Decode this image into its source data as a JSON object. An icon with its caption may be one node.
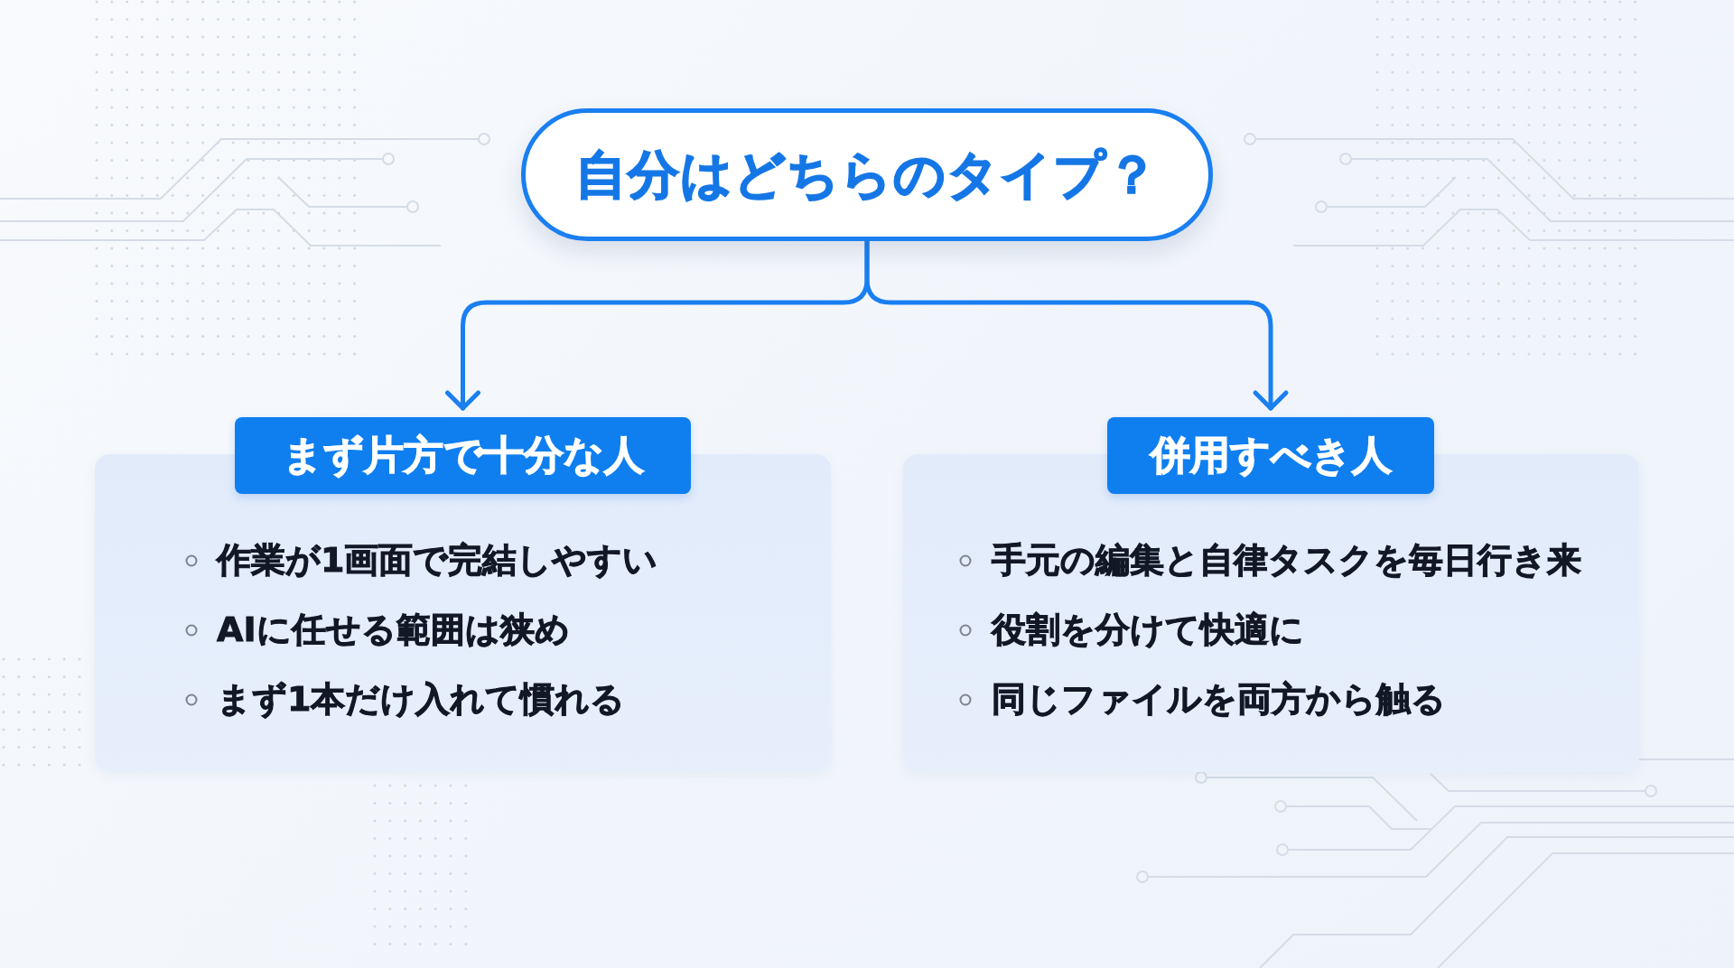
{
  "diagram": {
    "nodes": [
      {
        "text": [
          "自分はどちらのタイプ？"
        ]
      },
      {
        "text": [
          "まず片方で十分な人"
        ]
      },
      {
        "text": [
          "作業が1画面で完結しやすい",
          "AIに任せる範囲は狭め",
          "まず1本だけ入れて慣れる"
        ]
      },
      {
        "text": [
          "併用すべき人"
        ]
      },
      {
        "text": [
          "手元の編集と自律タスクを毎日行き来",
          "役割を分けて快適に",
          "同じファイルを両方から触る"
        ]
      }
    ],
    "edges": [
      {
        "from": 0,
        "to": 1,
        "arrow": "to"
      },
      {
        "from": 0,
        "to": 3,
        "arrow": "to"
      }
    ]
  }
}
